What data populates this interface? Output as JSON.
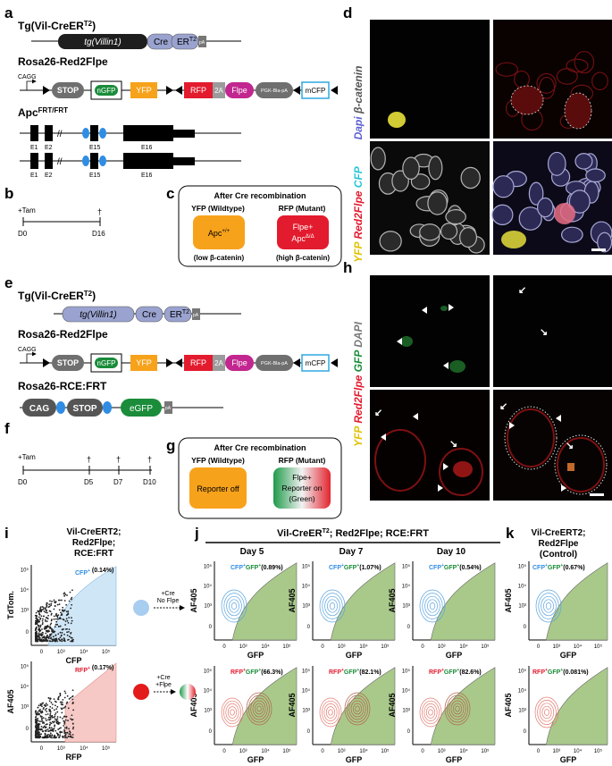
{
  "panel_labels": {
    "a": "a",
    "b": "b",
    "c": "c",
    "d": "d",
    "e": "e",
    "f": "f",
    "g": "g",
    "h": "h",
    "i": "i",
    "j": "j",
    "k": "k"
  },
  "panel_a": {
    "tg_title": "Tg(Vil-CreER",
    "tg_sup": "T2",
    "tg_close": ")",
    "villin": "tg(Villin1)",
    "cre": "Cre",
    "ert2": "ER",
    "ert2_sup": "T2",
    "pa": "pA",
    "rosa_title": "Rosa26-Red2Flpe",
    "cagg": "CAGG",
    "stop": "STOP",
    "ngfp": "nGFP",
    "yfp": "YFP",
    "rfp": "RFP",
    "t2a": "2A",
    "flpe": "Flpe",
    "pgk": "PGK-Bla-pA",
    "mcfp": "mCFP",
    "apc_title": "Apc",
    "apc_sup": "FRT/FRT",
    "e1": "E1",
    "e2": "E2",
    "e15": "E15",
    "e16": "E16"
  },
  "panel_b": {
    "tam": "+Tam",
    "d0": "D0",
    "d16": "D16",
    "dagger": "†"
  },
  "panel_c": {
    "title": "After Cre recombination",
    "left_head": "YFP (Wildtype)",
    "right_head": "RFP (Mutant)",
    "left_box": "Apc",
    "left_box_sup": "+/+",
    "right_box_1": "Flpe+",
    "right_box_2": "Apc",
    "right_box_sup": "Δ/Δ",
    "left_foot": "(low β-catenin)",
    "right_foot": "(high β-catenin)"
  },
  "panel_d": {
    "dapi": "Dapi",
    "bcat": "β-catenin",
    "cfp": "CFP",
    "red2": "Red2Flpe",
    "yfp": "YFP"
  },
  "panel_e": {
    "tg_title": "Tg(Vil-CreER",
    "tg_sup": "T2",
    "tg_close": ")",
    "villin": "tg(Villin1)",
    "cre": "Cre",
    "ert2": "ER",
    "ert2_sup": "T2",
    "pa": "pA",
    "rosa_title": "Rosa26-Red2Flpe",
    "cagg": "CAGG",
    "stop": "STOP",
    "ngfp": "nGFP",
    "yfp": "YFP",
    "rfp": "RFP",
    "t2a": "2A",
    "flpe": "Flpe",
    "pgk": "PGK-Bla-pA",
    "mcfp": "mCFP",
    "rce_title": "Rosa26-RCE:FRT",
    "cag": "CAG",
    "stop2": "STOP",
    "egfp": "eGFP",
    "pa2": "pA"
  },
  "panel_f": {
    "tam": "+Tam",
    "d0": "D0",
    "d5": "D5",
    "d7": "D7",
    "d10": "D10",
    "dagger": "†"
  },
  "panel_g": {
    "title": "After Cre recombination",
    "left_head": "YFP (Wildtype)",
    "right_head": "RFP (Mutant)",
    "left_box": "Reporter off",
    "right_box_1": "Flpe+",
    "right_box_2": "Reporter on",
    "right_box_3": "(Green)"
  },
  "panel_h": {
    "dapi": "DAPI",
    "gfp": "GFP",
    "red2": "Red2Flpe",
    "yfp": "YFP"
  },
  "panel_i": {
    "title_1": "Vil-CreERT2;",
    "title_2": "Red2Flpe;",
    "title_3": "RCE:FRT",
    "top_ylabel": "TdTom.",
    "top_xlabel": "CFP",
    "top_gate": "CFP",
    "top_gate_sup": "+",
    "top_pct": "(0.14%)",
    "bot_ylabel": "AF405",
    "bot_xlabel": "RFP",
    "bot_gate": "RFP",
    "bot_gate_sup": "+",
    "bot_pct": "(0.17%)",
    "arrow_top_1": "+Cre",
    "arrow_top_2": "No Flpe",
    "arrow_bot_1": "+Cre",
    "arrow_bot_2": "+Flpe"
  },
  "panel_j": {
    "title": "Vil-CreER",
    "title_sup": "T2",
    "title_rest": "; Red2Flpe; RCE:FRT",
    "days": [
      "Day 5",
      "Day 7",
      "Day 10"
    ],
    "top_gates": [
      "(0.89%)",
      "(1.07%)",
      "(0.54%)"
    ],
    "bot_gates": [
      "(66.3%)",
      "(82.1%)",
      "(82.6%)"
    ],
    "top_prefix": "CFP",
    "bot_prefix": "RFP",
    "gfp": "GFP",
    "plus": "+",
    "ylabel": "AF405",
    "xlabel": "GFP"
  },
  "panel_k": {
    "title_1": "Vil-CreERT2;",
    "title_2": "Red2Flpe",
    "title_3": "(Control)",
    "top_gate": "(0.67%)",
    "bot_gate": "(0.081%)",
    "top_prefix": "CFP",
    "bot_prefix": "RFP",
    "gfp": "GFP",
    "plus": "+",
    "ylabel": "AF405",
    "xlabel": "GFP"
  },
  "axis_ticks": {
    "t0": "0",
    "t3": "10³",
    "t4": "10⁴",
    "t5": "10⁵"
  },
  "colors": {
    "cre": "#9aa3cf",
    "yfp": "#f7a21b",
    "rfp": "#e31b2e",
    "flpe": "#c2268f",
    "ngfp": "#1a8c3a",
    "mcfp": "#2fa8e0",
    "green_gate": "#a9c98b",
    "blue_gate": "#cfe6f7",
    "red_gate": "#f6c9c6"
  }
}
